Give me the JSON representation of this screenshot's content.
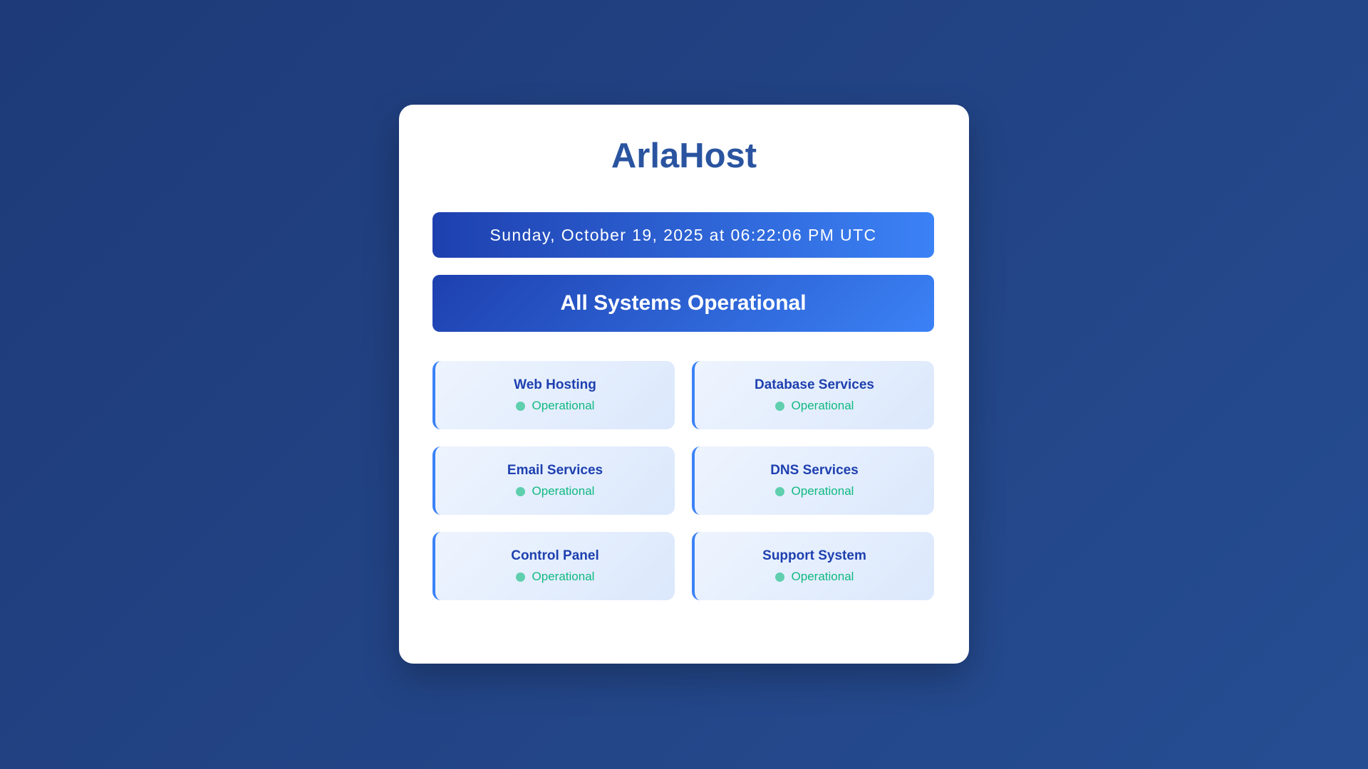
{
  "header": {
    "title": "ArlaHost"
  },
  "datetime": "Sunday, October 19, 2025 at 06:22:06 PM UTC",
  "overall_status": "All Systems Operational",
  "colors": {
    "accent": "#3b82f6",
    "operational": "#10b981"
  },
  "services": [
    {
      "name": "Web Hosting",
      "status": "Operational"
    },
    {
      "name": "Database Services",
      "status": "Operational"
    },
    {
      "name": "Email Services",
      "status": "Operational"
    },
    {
      "name": "DNS Services",
      "status": "Operational"
    },
    {
      "name": "Control Panel",
      "status": "Operational"
    },
    {
      "name": "Support System",
      "status": "Operational"
    }
  ]
}
